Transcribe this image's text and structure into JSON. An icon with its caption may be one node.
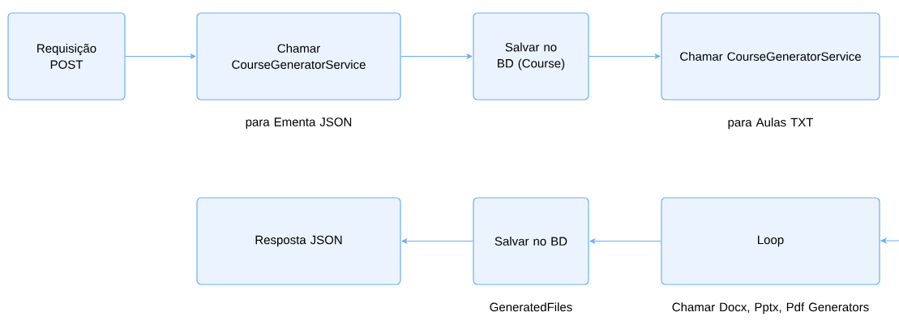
{
  "diagram": {
    "nodes": [
      {
        "text": [
          "Requisição POST"
        ]
      },
      {
        "text": [
          "Chamar CourseGeneratorService"
        ],
        "beside": [
          "para Ementa JSON"
        ]
      },
      {
        "text": [
          "Salvar no BD (Course)"
        ]
      },
      {
        "text": [
          "Chamar CourseGeneratorService"
        ],
        "beside": [
          "para Aulas TXT"
        ]
      },
      {
        "text": [
          "Resposta JSON"
        ]
      },
      {
        "text": [
          "Salvar no BD"
        ],
        "beside": [
          "GeneratedFiles"
        ]
      },
      {
        "text": [
          "Loop"
        ],
        "beside": [
          "Chamar Docx, Pptx, Pdf Generators"
        ]
      }
    ],
    "edges": [
      {
        "from": 0,
        "to": 1,
        "arrow": "to"
      },
      {
        "from": 1,
        "to": 2,
        "arrow": "to"
      },
      {
        "from": 2,
        "to": 3,
        "arrow": "to"
      },
      {
        "from": 3,
        "to": null,
        "arrow": "none"
      },
      {
        "from": null,
        "to": 6,
        "arrow": "to"
      },
      {
        "from": 6,
        "to": 5,
        "arrow": "to"
      },
      {
        "from": 5,
        "to": 4,
        "arrow": "to"
      }
    ]
  }
}
